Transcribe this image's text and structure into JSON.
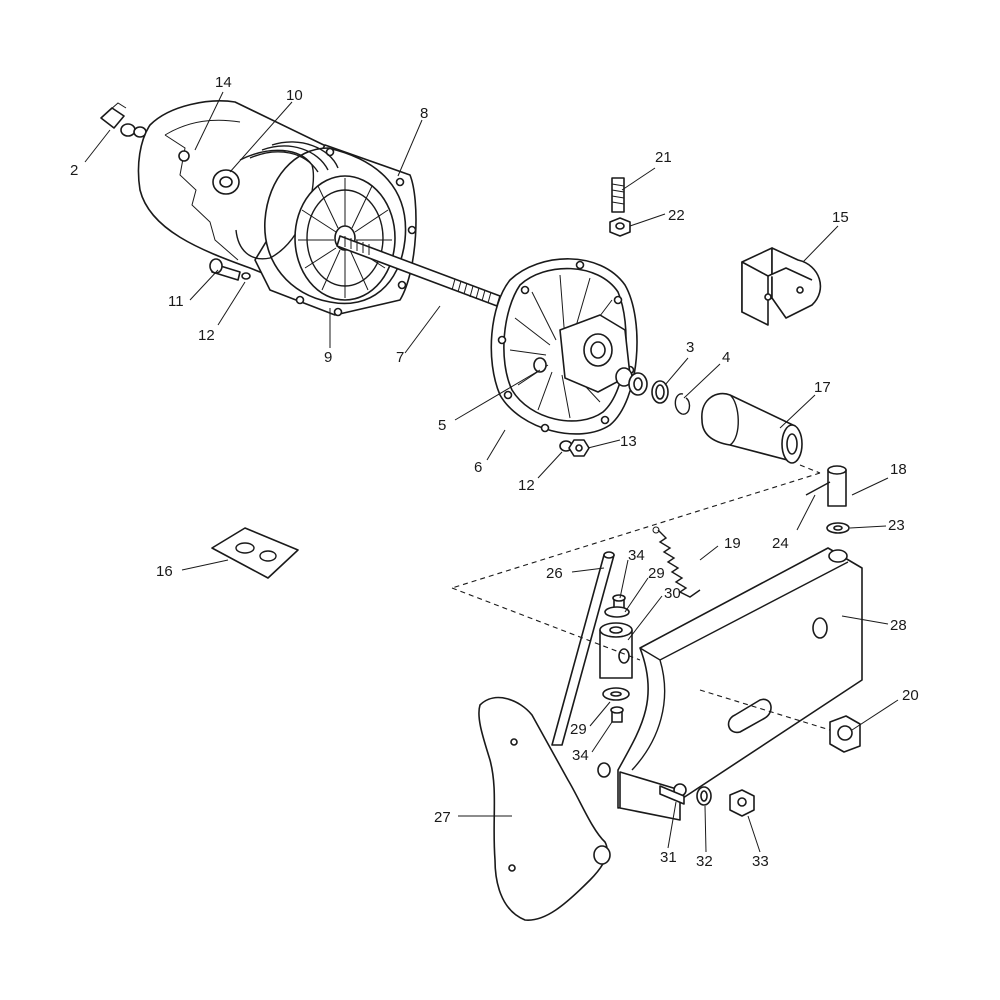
{
  "labels": {
    "p2": "2",
    "p3": "3",
    "p4": "4",
    "p5": "5",
    "p6": "6",
    "p7": "7",
    "p8": "8",
    "p9": "9",
    "p10": "10",
    "p11": "11",
    "p12a": "12",
    "p12b": "12",
    "p13": "13",
    "p14": "14",
    "p15": "15",
    "p16": "16",
    "p17": "17",
    "p18": "18",
    "p19": "19",
    "p20": "20",
    "p21": "21",
    "p22": "22",
    "p23": "23",
    "p24": "24",
    "p26": "26",
    "p27": "27",
    "p28": "28",
    "p29a": "29",
    "p29b": "29",
    "p30": "30",
    "p31": "31",
    "p32": "32",
    "p33": "33",
    "p34a": "34",
    "p34b": "34"
  }
}
